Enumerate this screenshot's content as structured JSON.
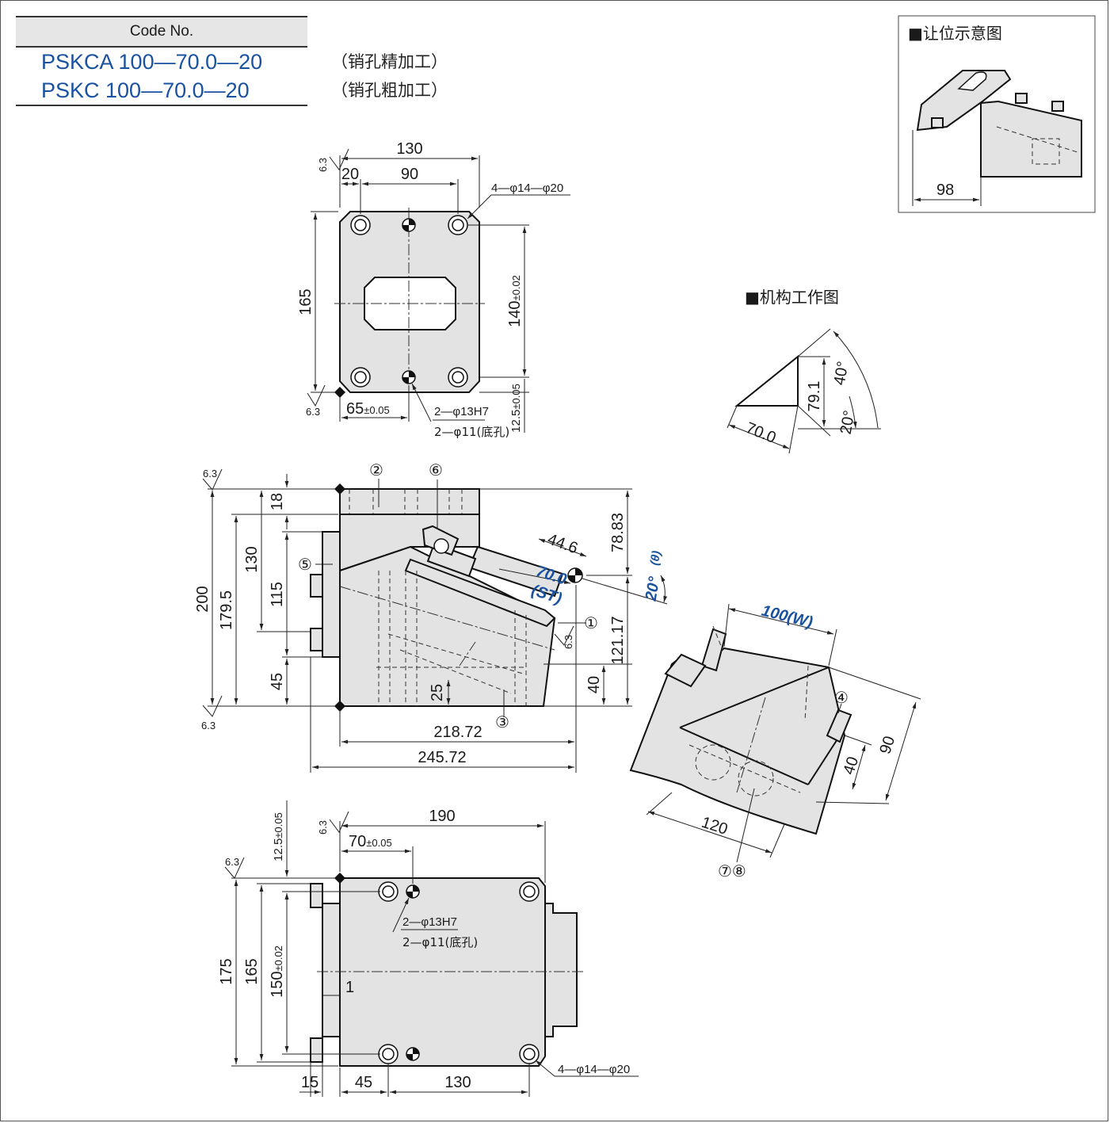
{
  "code_table": {
    "header": "Code No.",
    "rows": [
      {
        "code": "PSKCA 100—70.0—20",
        "note": "（销孔精加工）"
      },
      {
        "code": "PSKC 100—70.0—20",
        "note": "（销孔粗加工）"
      }
    ]
  },
  "clearance_diagram": {
    "title": "■让位示意图",
    "dim": "98"
  },
  "mechanism_diagram": {
    "title": "■机构工作图",
    "dim_stroke": "70.0",
    "dim_height": "79.1",
    "angle_a": "40°",
    "angle_b": "20°"
  },
  "roughness": "6.3",
  "top_view": {
    "w130": "130",
    "w20": "20",
    "w90": "90",
    "h165": "165",
    "pitch_main": "140",
    "pitch_tol": "±0.02",
    "edge_main": "12.5",
    "edge_tol": "±0.05",
    "hole_main": "65",
    "hole_tol": "±0.05",
    "bolt_holes": "4—φ14—φ20",
    "pin_h7": "2—φ13H7",
    "pin_pilot": "2—φ11(底孔)"
  },
  "front_view": {
    "h18": "18",
    "h200": "200",
    "h179_5": "179.5",
    "h130": "130",
    "h115": "115",
    "h45": "45",
    "h25": "25",
    "h40": "40",
    "h121_17": "121.17",
    "h78_83": "78.83",
    "d44_6": "44.6",
    "stroke": "70.0",
    "stroke_label": "(ST)",
    "angle": "20°",
    "angle_label": "(θ)",
    "w218_72": "218.72",
    "w245_72": "245.72",
    "callouts": [
      "①",
      "②",
      "③",
      "⑤",
      "⑥"
    ]
  },
  "iso_view": {
    "width": "100",
    "width_label": "(W)",
    "d90": "90",
    "d40": "40",
    "d120": "120",
    "callout4": "④",
    "callout78": "⑦⑧"
  },
  "bottom_view": {
    "w190": "190",
    "offset_main": "70",
    "offset_tol": "±0.05",
    "edge_main": "12.5",
    "edge_tol": "±0.05",
    "h175": "175",
    "h165": "165",
    "pitch_main": "150",
    "pitch_tol": "±0.02",
    "gap": "1",
    "w15": "15",
    "w45": "45",
    "w130": "130",
    "pin_h7": "2—φ13H7",
    "pin_pilot": "2—φ11(底孔)",
    "bolt_holes": "4—φ14—φ20"
  }
}
